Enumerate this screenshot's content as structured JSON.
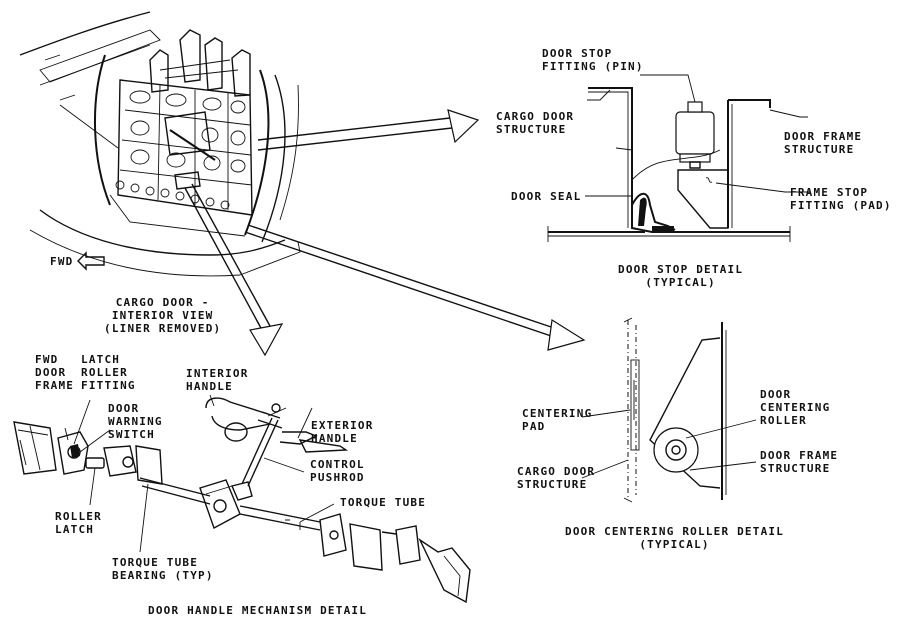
{
  "labels": {
    "fwd": "FWD",
    "cargo_door_interior_view": "CARGO DOOR -\nINTERIOR VIEW\n(LINER REMOVED)",
    "door_stop_fitting_pin": "DOOR STOP\nFITTING (PIN)",
    "cargo_door_structure_top": "CARGO DOOR\nSTRUCTURE",
    "door_frame_structure_top": "DOOR FRAME\nSTRUCTURE",
    "door_seal": "DOOR SEAL",
    "frame_stop_fitting_pad": "FRAME STOP\nFITTING (PAD)",
    "door_stop_detail": "DOOR STOP DETAIL\n(TYPICAL)",
    "fwd_door_frame": "FWD\nDOOR\nFRAME",
    "latch_roller_fitting": "LATCH\nROLLER\nFITTING",
    "door_warning_switch": "DOOR\nWARNING\nSWITCH",
    "interior_handle": "INTERIOR\nHANDLE",
    "exterior_handle": "EXTERIOR\nHANDLE",
    "control_pushrod": "CONTROL\nPUSHROD",
    "torque_tube": "TORQUE TUBE",
    "roller_latch": "ROLLER\nLATCH",
    "torque_tube_bearing": "TORQUE TUBE\nBEARING (TYP)",
    "door_handle_mechanism_detail": "DOOR HANDLE MECHANISM DETAIL",
    "centering_pad": "CENTERING\nPAD",
    "cargo_door_structure_right": "CARGO DOOR\nSTRUCTURE",
    "door_centering_roller": "DOOR\nCENTERING\nROLLER",
    "door_frame_structure_right": "DOOR FRAME\nSTRUCTURE",
    "door_centering_roller_detail": "DOOR CENTERING ROLLER DETAIL\n(TYPICAL)"
  }
}
